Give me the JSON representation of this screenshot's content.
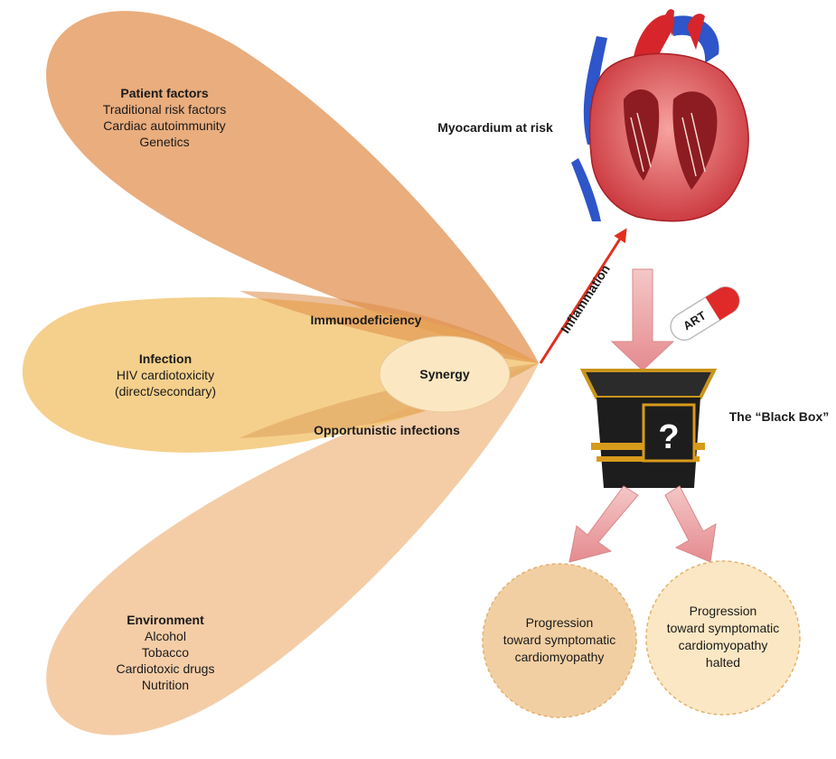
{
  "patient_factors": {
    "heading": "Patient factors",
    "items": [
      "Traditional risk factors",
      "Cardiac autoimmunity",
      "Genetics"
    ]
  },
  "infection": {
    "heading": "Infection",
    "items": [
      "HIV cardiotoxicity",
      "(direct/secondary)"
    ]
  },
  "environment": {
    "heading": "Environment",
    "items": [
      "Alcohol",
      "Tobacco",
      "Cardiotoxic drugs",
      "Nutrition"
    ]
  },
  "overlaps": {
    "immunodeficiency": "Immunodeficiency",
    "opportunistic": "Opportunistic infections",
    "synergy": "Synergy"
  },
  "arrow_label": "Inflammation",
  "heart_label": "Myocardium at risk",
  "pill_label": "ART",
  "black_box_label": "The “Black Box”",
  "box_symbol": "?",
  "outcome_left": [
    "Progression",
    "toward symptomatic",
    "cardiomyopathy"
  ],
  "outcome_right": [
    "Progression",
    "toward symptomatic",
    "cardiomyopathy",
    "halted"
  ],
  "colors": {
    "petal_patient": "#e8a46f",
    "petal_infection": "#f2c36b",
    "petal_environment": "#f3c69b",
    "synergy_fill": "#fbe8c2",
    "arrow_red": "#e0301e",
    "outcome_left_fill": "#f2cfa3",
    "outcome_right_fill": "#fbe7c3"
  }
}
